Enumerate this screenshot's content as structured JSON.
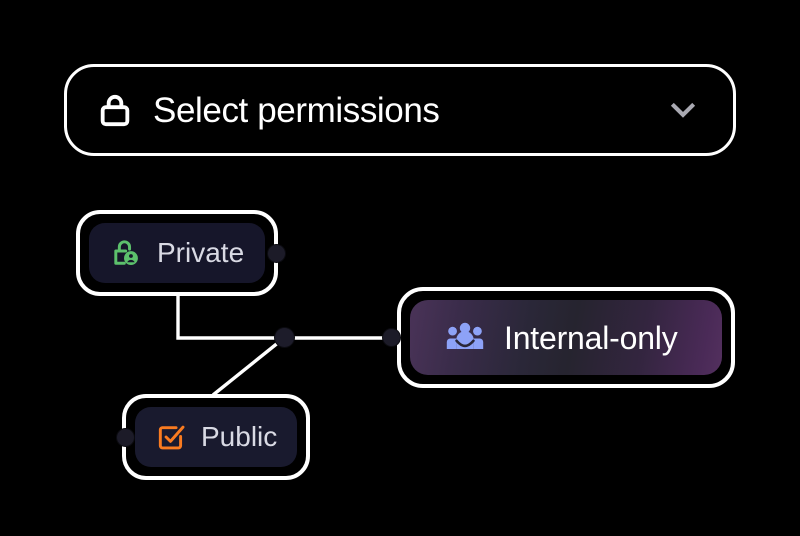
{
  "header": {
    "lock_icon": "lock-icon",
    "label": "Select permissions",
    "chevron_icon": "chevron-down-icon",
    "chevron_color": "#a9a9b2",
    "border_color": "#ffffff",
    "text_color": "#ffffff"
  },
  "graph": {
    "nodes": [
      {
        "id": "private",
        "label": "Private",
        "icon": "lock-person-icon",
        "icon_color": "#5cc06c",
        "selected": true,
        "background": "#16162a",
        "text_color": "#d9dae4",
        "ports": [
          "output-right"
        ]
      },
      {
        "id": "public",
        "label": "Public",
        "icon": "check-box-icon",
        "icon_color": "#f97b20",
        "selected": true,
        "background": "#191a2e",
        "text_color": "#d9dae4",
        "ports": [
          "input-left"
        ]
      },
      {
        "id": "internal-only",
        "label": "Internal-only",
        "icon": "groups-people-icon",
        "icon_color": "#8da2f7",
        "selected": true,
        "background": "#3a2c4a",
        "text_color": "#ffffff",
        "ports": [
          "input-left"
        ]
      }
    ],
    "edges": [
      {
        "from": "private",
        "to": "internal-only",
        "via": "junction"
      },
      {
        "from": "public",
        "to": "internal-only",
        "via": "junction"
      }
    ],
    "junction": {
      "id": "junction",
      "label": "edge-junction"
    },
    "edge_color": "#ffffff",
    "port_color": "#1c1b28"
  }
}
